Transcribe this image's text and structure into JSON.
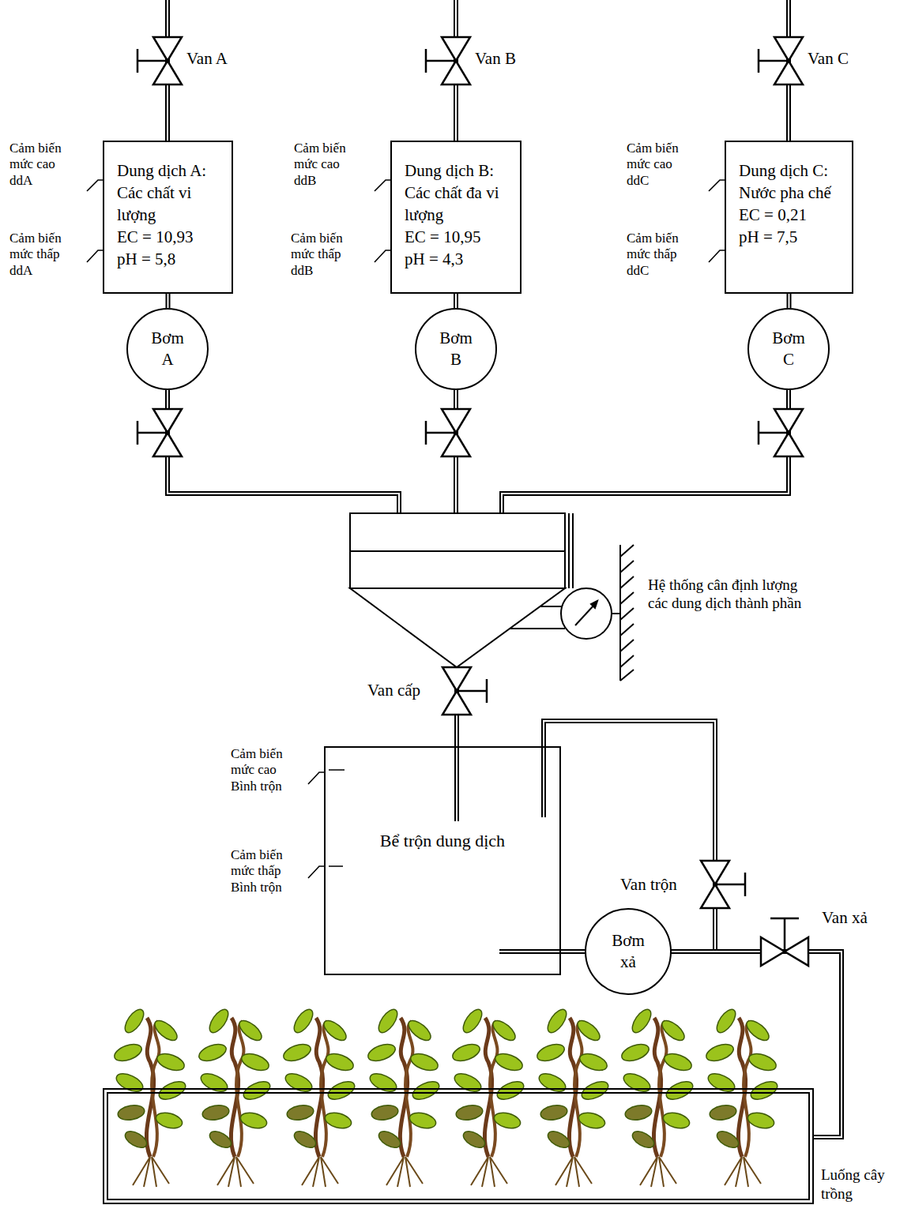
{
  "diagram": {
    "nodes": [
      {
        "text": [
          "Dung dịch A: Các chất vi lượng",
          "EC = 10,93",
          "pH = 5,8"
        ]
      },
      {
        "text": [
          "Dung dịch B: Các chất đa vi lượng",
          "EC = 10,95",
          "pH = 4,3"
        ]
      },
      {
        "text": [
          "Dung dịch C: Nước pha chế",
          "EC = 0,21",
          "pH = 7,5"
        ]
      },
      {
        "text": [
          "Bơm A"
        ]
      },
      {
        "text": [
          "Bơm B"
        ]
      },
      {
        "text": [
          "Bơm C"
        ]
      },
      {
        "text": [
          "Bể trộn dung dịch"
        ]
      },
      {
        "text": [
          "Bơm xả"
        ]
      },
      {
        "text": [
          "Luống cây trồng"
        ]
      }
    ],
    "edges": [
      {
        "from": 0,
        "to": 3,
        "arrow": "none"
      },
      {
        "from": 1,
        "to": 4,
        "arrow": "none"
      },
      {
        "from": 2,
        "to": 5,
        "arrow": "none"
      },
      {
        "from": 6,
        "to": 7,
        "arrow": "none"
      },
      {
        "from": 7,
        "to": 6,
        "arrow": "none"
      },
      {
        "from": 7,
        "to": 8,
        "arrow": "none"
      }
    ],
    "labels": [
      "Van A",
      "Cảm biến mức cao ddA",
      "Cảm biến mức thấp ddA",
      "Van B",
      "Cảm biến mức cao ddB",
      "Cảm biến mức thấp ddB",
      "Van C",
      "Cảm biến mức cao ddC",
      "Cảm biến mức thấp ddC",
      "Hệ thống cân định lượng các dung dịch thành phần",
      "Van cấp",
      "Cảm biến mức cao Bình trộn",
      "Cảm biến mức thấp Bình trộn",
      "Van trộn",
      "Van xả"
    ]
  }
}
